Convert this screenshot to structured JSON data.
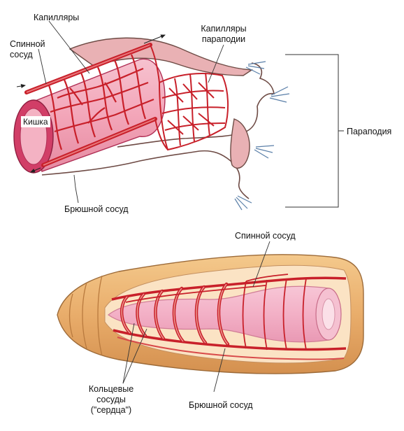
{
  "top_diagram": {
    "labels": {
      "capillaries": "Капилляры",
      "dorsal_vessel_line1": "Спинной",
      "dorsal_vessel_line2": "сосуд",
      "gut": "Кишка",
      "parapodium_capillaries_line1": "Капилляры",
      "parapodium_capillaries_line2": "параподии",
      "parapodium": "Параподия",
      "ventral_vessel": "Брюшной сосуд"
    }
  },
  "bottom_diagram": {
    "labels": {
      "dorsal_vessel": "Спинной сосуд",
      "ring_vessels_line1": "Кольцевые",
      "ring_vessels_line2": "сосуды",
      "ring_vessels_line3": "(\"сердца\")",
      "ventral_vessel": "Брюшной сосуд"
    }
  },
  "colors": {
    "vessel": "#c8202a",
    "vessel_light": "#e3676a",
    "gut_pink": "#f0a8b8",
    "gut_rim": "#c2305a",
    "body_wall": "#eab676",
    "body_wall_dark": "#b97a3e",
    "inner_cavity": "#fbe3c4",
    "outline": "#6e4b45"
  }
}
